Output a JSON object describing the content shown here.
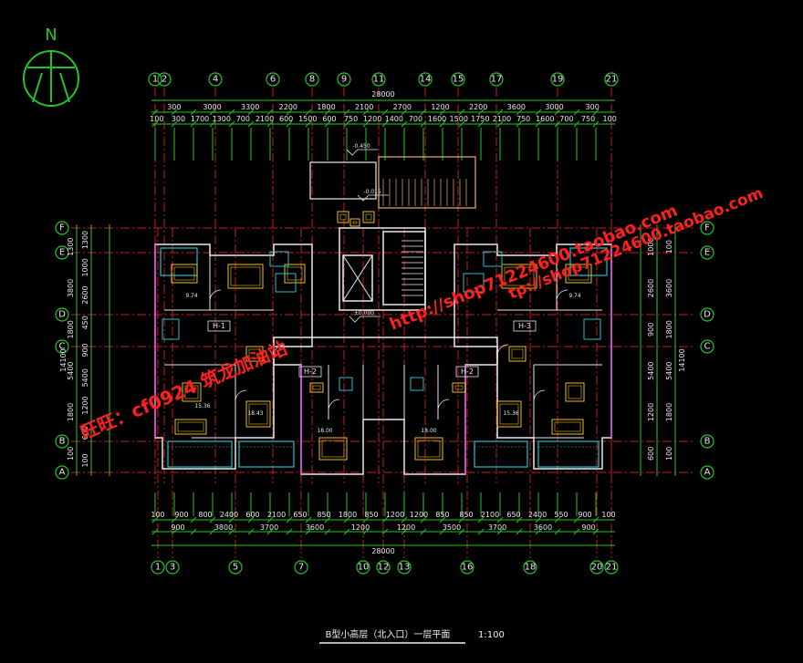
{
  "north_label": "N",
  "total_width": "28000",
  "total_width_bottom": "28000",
  "total_height": "14100",
  "top_axes": [
    "1",
    "2",
    "4",
    "6",
    "8",
    "9",
    "11",
    "14",
    "15",
    "17",
    "19",
    "21"
  ],
  "bottom_axes": [
    "1",
    "3",
    "5",
    "7",
    "10",
    "12",
    "13",
    "16",
    "18",
    "20",
    "21"
  ],
  "left_axes": [
    "F",
    "E",
    "D",
    "C",
    "B",
    "A"
  ],
  "right_axes": [
    "F",
    "E",
    "D",
    "C",
    "B",
    "A"
  ],
  "top_dims_1": [
    "300",
    "3000",
    "3300",
    "2200",
    "1800",
    "2100",
    "2700",
    "1200",
    "2200",
    "3600",
    "3000",
    "300"
  ],
  "top_dims_2": [
    "100",
    "300",
    "1700",
    "1300",
    "700",
    "2100",
    "600",
    "1500",
    "600",
    "750",
    "1200",
    "1400",
    "700",
    "1600",
    "1500",
    "1750",
    "2100",
    "750",
    "1600",
    "700",
    "750",
    "100"
  ],
  "bottom_dims_1": [
    "100",
    "900",
    "800",
    "2400",
    "600",
    "2100",
    "650",
    "850",
    "1800",
    "850",
    "1200",
    "1200",
    "850",
    "850",
    "2100",
    "650",
    "2400",
    "550",
    "900",
    "100"
  ],
  "bottom_dims_2": [
    "900",
    "3800",
    "3700",
    "3600",
    "1200",
    "1200",
    "3500",
    "3700",
    "3600",
    "900"
  ],
  "left_dims_outer": [
    "1300",
    "3800",
    "1800",
    "5400",
    "1800",
    "100"
  ],
  "left_dims_inner": [
    "1300",
    "1000",
    "2600",
    "450",
    "900",
    "5400",
    "1200",
    "600",
    "100"
  ],
  "right_dims_outer": [
    "100",
    "3600",
    "1800",
    "5400",
    "1800",
    "100"
  ],
  "right_dims_inner": [
    "1000",
    "2600",
    "900",
    "5400",
    "1200",
    "600"
  ],
  "levels": [
    "-0.450",
    "-0.015",
    "±0.000"
  ],
  "units": [
    "H-1",
    "H-2",
    "H-2",
    "H-3"
  ],
  "room_areas": [
    "9.74",
    "15.36",
    "18.43",
    "18.00",
    "18.00",
    "15.36",
    "9.74"
  ],
  "watermarks": {
    "left": "旺旺：cf0924 筑龙加油站",
    "mid": "http://shop71224600.taobao.com",
    "top": "tp://shop71224600.taobao.com"
  },
  "caption": "B型小高层（北入口）一层平面",
  "caption_scale": "1:100",
  "colors": {
    "background": "#000000",
    "axis": "#22c522",
    "dimension": "#22c522",
    "grid": "#c81e1e",
    "wall": "#e8e8e8",
    "wall_accent": "#e040e0",
    "furniture": "#e8c020",
    "fixtures": "#20c0d0",
    "text": "#e8e8e8",
    "watermark": "#ff2020"
  }
}
